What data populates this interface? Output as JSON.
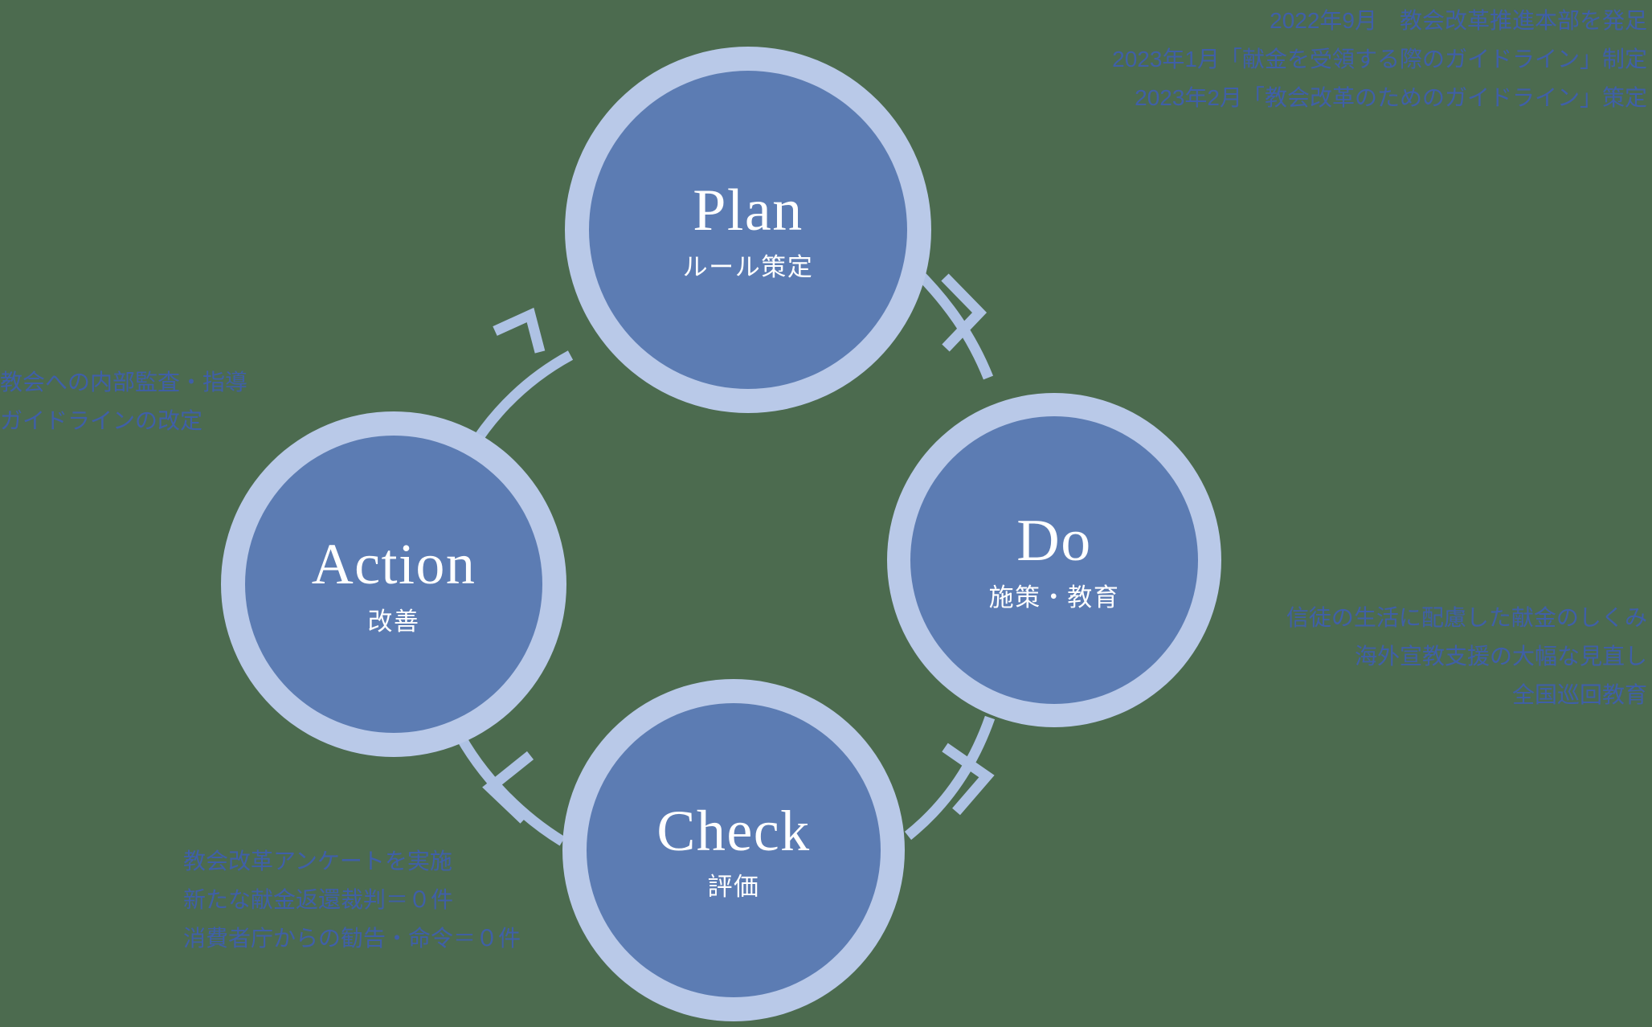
{
  "diagram": {
    "type": "pdca-cycle",
    "colors": {
      "background": "#4c6b4f",
      "circle_fill": "#5c7cb3",
      "circle_ring": "#b9c9e8",
      "arrow": "#aec2e4",
      "annotation_text": "#3f5fa8",
      "circle_text": "#ffffff"
    },
    "nodes": [
      {
        "key": "plan",
        "title": "Plan",
        "subtitle": "ルール策定"
      },
      {
        "key": "do",
        "title": "Do",
        "subtitle": "施策・教育"
      },
      {
        "key": "check",
        "title": "Check",
        "subtitle": "評価"
      },
      {
        "key": "action",
        "title": "Action",
        "subtitle": "改善"
      }
    ],
    "annotations": {
      "plan": [
        "2022年9月　教会改革推進本部を発足",
        "2023年1月「献金を受領する際のガイドライン」制定",
        "2023年2月「教会改革のためのガイドライン」策定"
      ],
      "do": [
        "信徒の生活に配慮した献金のしくみ",
        "海外宣教支援の大幅な見直し",
        "全国巡回教育"
      ],
      "check": [
        "教会改革アンケートを実施",
        "新たな献金返還裁判＝０件",
        "消費者庁からの勧告・命令＝０件"
      ],
      "action": [
        "教会への内部監査・指導",
        "ガイドラインの改定"
      ]
    }
  }
}
